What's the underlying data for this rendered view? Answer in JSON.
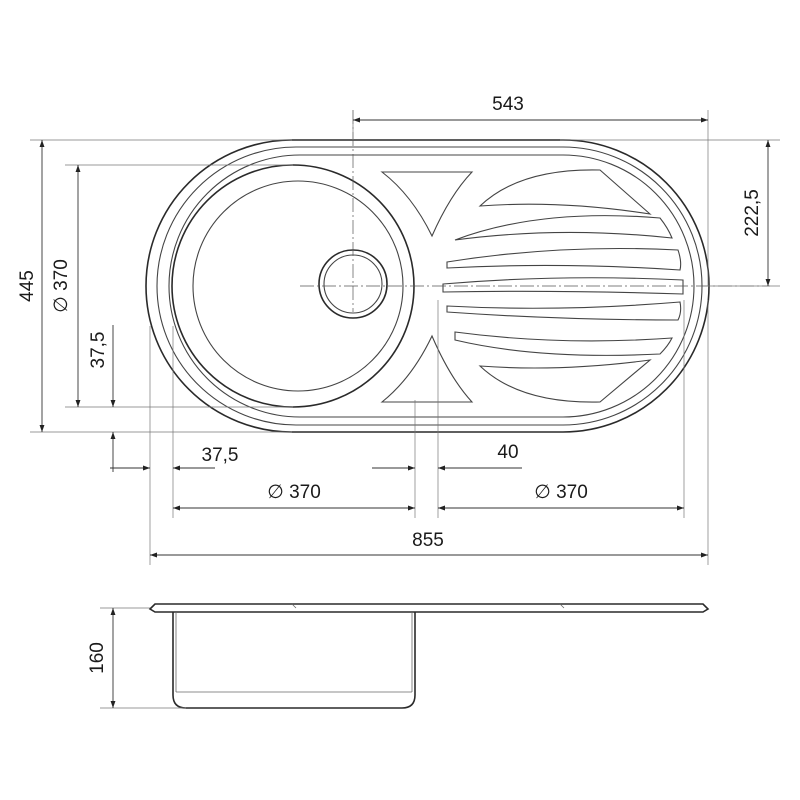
{
  "dimensions": {
    "top_width": "543",
    "right_height": "222,5",
    "total_height": "445",
    "bowl_diameter_vertical": "∅ 370",
    "left_offset_vertical": "37,5",
    "left_offset_horizontal": "37,5",
    "gap": "40",
    "bowl_diameter_bottom": "∅ 370",
    "drainer_diameter_bottom": "∅ 370",
    "total_width": "855",
    "depth": "160"
  },
  "colors": {
    "line": "#2a2a2a",
    "background": "#ffffff"
  }
}
